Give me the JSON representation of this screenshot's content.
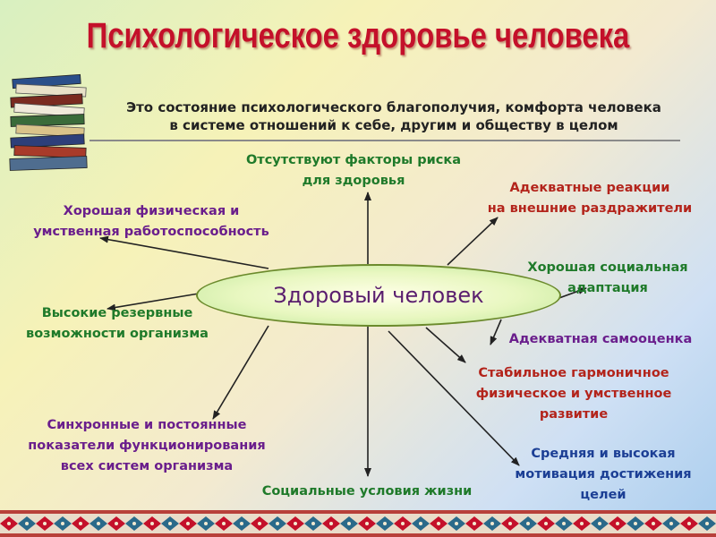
{
  "title": "Психологическое здоровье человека",
  "definition": {
    "line1": "Это состояние психологического благополучия, комфорта человека",
    "line2": "в системе отношений к себе, другим и обществу в целом"
  },
  "center": "Здоровый человек",
  "labels": {
    "risk": [
      "Отсутствуют факторы риска",
      "для здоровья"
    ],
    "reactions": [
      "Адекватные реакции",
      "на внешние раздражители"
    ],
    "physical": [
      "Хорошая физическая и",
      "умственная работоспособность"
    ],
    "social_adapt": [
      "Хорошая социальная",
      "адаптация"
    ],
    "reserve": [
      "Высокие резервные",
      "возможности организма"
    ],
    "selfesteem": [
      "Адекватная самооценка"
    ],
    "development": [
      "Стабильное гармоничное",
      "физическое и умственное",
      "развитие"
    ],
    "synchro": [
      "Синхронные и постоянные",
      "показатели функционирования",
      "всех систем организма"
    ],
    "motivation": [
      "Средняя и высокая",
      "мотивация достижения",
      "целей"
    ],
    "social_cond": [
      "Социальные условия жизни"
    ]
  },
  "colors": {
    "title": "#c4102a",
    "green": "#1f7a2a",
    "purple": "#6a1e8c",
    "red": "#b3241b",
    "blue": "#1c3f95"
  },
  "icons": [
    "book-stack-icon",
    "ornament-band"
  ]
}
